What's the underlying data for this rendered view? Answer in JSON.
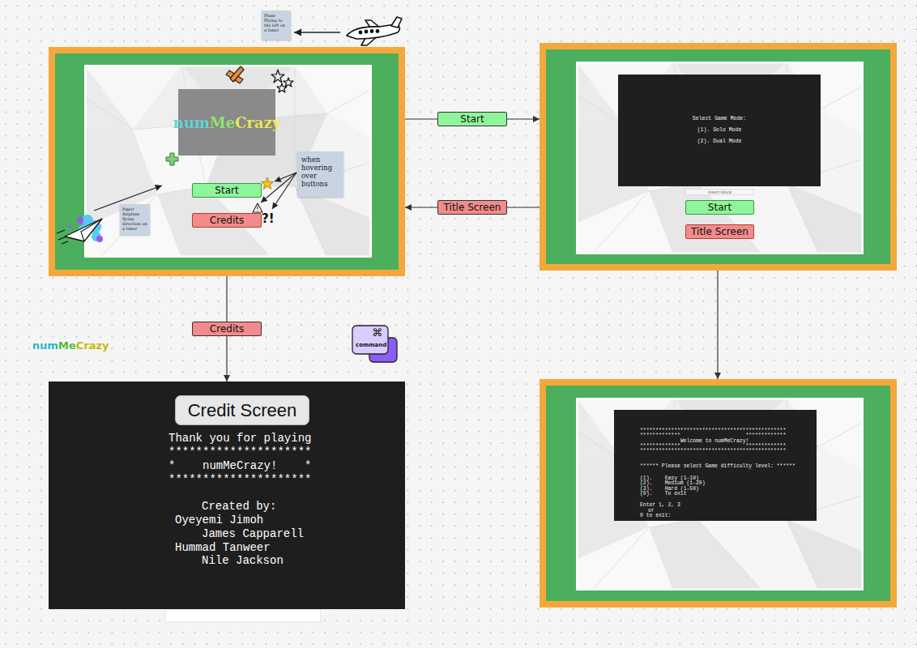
{
  "diagram": {
    "nodes": [
      {
        "text": [
          "Plane Flying to the left on a timer"
        ]
      },
      {},
      {
        "text": [
          "numMeCrazy"
        ],
        "in": 1
      },
      {
        "text": [
          "Start"
        ],
        "in": 1
      },
      {
        "text": [
          "Credits"
        ],
        "in": 1
      },
      {
        "text": [
          "when hovering over buttons"
        ],
        "in": 1
      },
      {
        "text": [
          "Paper Airplane flying direction on a timer"
        ],
        "in": 1
      },
      {},
      {
        "text": [
          "Select Game Mode:",
          "(1). Solo Mode",
          "(2). Dual Mode"
        ],
        "in": 7
      },
      {
        "text": [
          "Start"
        ],
        "in": 7
      },
      {
        "text": [
          "Title Screen"
        ],
        "in": 7
      },
      {
        "text": [
          "Thank you for playing",
          "*********************",
          "*    numMeCrazy!    *",
          "*********************",
          "Created by:",
          "Oyeyemi Jimoh",
          "James Capparell",
          "Hummad Tanweer",
          "Nile Jackson"
        ]
      },
      {
        "text": [
          "Credit Screen"
        ],
        "in": 11
      },
      {},
      {
        "text": [
          "***********************************************",
          "*************                     *************",
          "Welcome to numMeCrazy!",
          "*************                     *************",
          "***********************************************",
          "****** Please select Game difficulty level: ******",
          "(1).    Easy (1-10)",
          "(2).    Medium (1-20)",
          "(3).    Hard (1-50)",
          "(0).    To exit",
          "Enter 1, 2, 3",
          "or",
          "0 to exit:"
        ],
        "in": 13
      }
    ],
    "edges": [
      {
        "from": 1,
        "to": 7,
        "label": "Start",
        "arrow": "to"
      },
      {
        "from": 7,
        "to": 1,
        "label": "Title Screen",
        "arrow": "to"
      },
      {
        "from": 1,
        "to": 11,
        "label": "Credits",
        "arrow": "to"
      },
      {
        "from": 7,
        "to": 13,
        "arrow": "to"
      }
    ],
    "labels": [
      "insert block",
      "?!",
      "numMeCrazy",
      "⌘",
      "command"
    ]
  }
}
